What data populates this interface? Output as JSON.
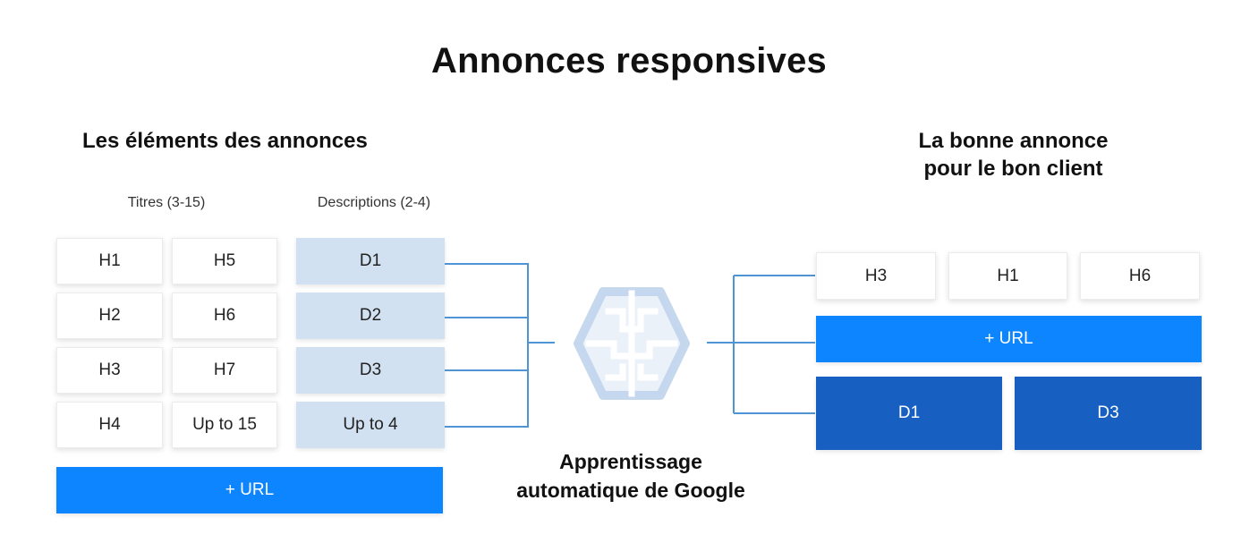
{
  "title": "Annonces responsives",
  "left_section": {
    "heading": "Les éléments des annonces",
    "titles_label": "Titres (3-15)",
    "descriptions_label": "Descriptions (2-4)",
    "titles_col1": [
      "H1",
      "H2",
      "H3",
      "H4"
    ],
    "titles_col2": [
      "H5",
      "H6",
      "H7",
      "Up to 15"
    ],
    "descriptions": [
      "D1",
      "D2",
      "D3",
      "Up to 4"
    ],
    "url_label": "+ URL"
  },
  "center": {
    "icon": "brain-icon",
    "label_line1": "Apprentissage",
    "label_line2": "automatique de Google"
  },
  "right_section": {
    "heading_line1": "La bonne annonce",
    "heading_line2": "pour le bon client",
    "titles": [
      "H3",
      "H1",
      "H6"
    ],
    "url_label": "+ URL",
    "descriptions": [
      "D1",
      "D3"
    ]
  },
  "colors": {
    "accent_blue": "#0d85ff",
    "dark_blue": "#1760c2",
    "light_blue": "#d1e1f2",
    "connector": "#4f95d6",
    "brain": "#c5d8ee"
  }
}
